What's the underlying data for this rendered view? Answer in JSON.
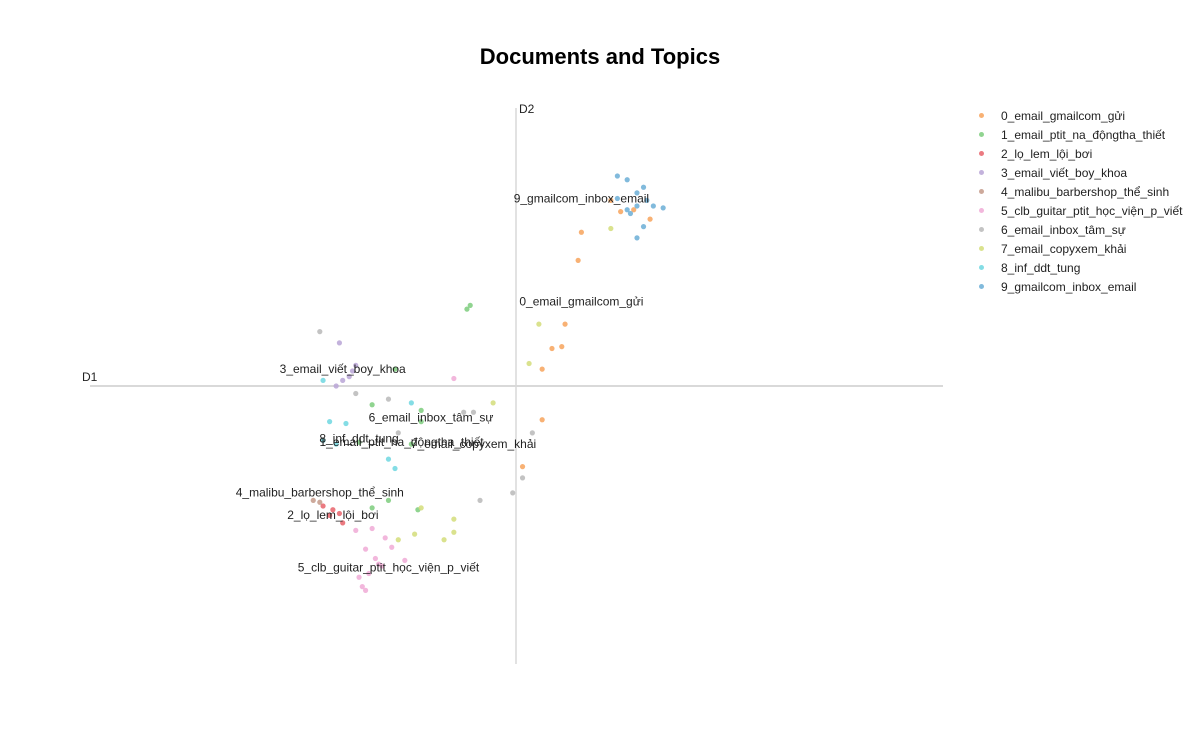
{
  "title": "Documents and Topics",
  "chart_data": {
    "type": "scatter",
    "title": "Documents and Topics",
    "xlabel": "D1",
    "ylabel": "D2",
    "xlim": [
      -13,
      13
    ],
    "ylim": [
      -8,
      8
    ],
    "legend_position": "right",
    "series": [
      {
        "name": "0_email_gmailcom_gửi",
        "color": "#f7a35c",
        "points": [
          [
            3.6,
            9.4
          ],
          [
            3.2,
            9.3
          ],
          [
            2.9,
            9.9
          ],
          [
            4.1,
            8.9
          ],
          [
            2.0,
            8.2
          ],
          [
            1.9,
            6.7
          ],
          [
            1.5,
            3.3
          ],
          [
            1.4,
            2.1
          ],
          [
            1.1,
            2.0
          ],
          [
            0.8,
            0.9
          ],
          [
            0.8,
            -1.8
          ],
          [
            0.2,
            -4.3
          ]
        ]
      },
      {
        "name": "1_email_ptit_na_độngtha_thiết",
        "color": "#7ccd7c",
        "points": [
          [
            -1.5,
            4.1
          ],
          [
            -1.4,
            4.3
          ],
          [
            -3.7,
            0.9
          ],
          [
            -4.4,
            -1.0
          ],
          [
            -2.9,
            -1.3
          ],
          [
            -2.9,
            -1.9
          ],
          [
            -3.2,
            -3.1
          ],
          [
            -4.8,
            -3.0
          ],
          [
            -3.9,
            -6.1
          ],
          [
            -4.4,
            -6.5
          ],
          [
            -3.0,
            -6.6
          ]
        ]
      },
      {
        "name": "2_lọ_lem_lội_bơi",
        "color": "#e8636b",
        "points": [
          [
            -5.6,
            -6.6
          ],
          [
            -5.3,
            -7.3
          ],
          [
            -5.4,
            -6.8
          ],
          [
            -5.9,
            -6.4
          ],
          [
            -5.7,
            -6.9
          ]
        ]
      },
      {
        "name": "3_email_viết_boy_khoa",
        "color": "#b9a4d6",
        "points": [
          [
            -5.4,
            2.3
          ],
          [
            -5.0,
            0.8
          ],
          [
            -4.9,
            1.1
          ],
          [
            -5.3,
            0.3
          ],
          [
            -5.1,
            0.5
          ],
          [
            -5.5,
            0.0
          ]
        ]
      },
      {
        "name": "4_malibu_barbershop_thể_sinh",
        "color": "#c49a8a",
        "points": [
          [
            -6.0,
            -6.2
          ],
          [
            -6.2,
            -6.1
          ]
        ]
      },
      {
        "name": "5_clb_guitar_ptit_học_viện_p_viết",
        "color": "#f0aad6",
        "points": [
          [
            -1.9,
            0.4
          ],
          [
            -4.9,
            -7.7
          ],
          [
            -4.4,
            -7.6
          ],
          [
            -4.0,
            -8.1
          ],
          [
            -4.6,
            -8.7
          ],
          [
            -3.8,
            -8.6
          ],
          [
            -4.3,
            -9.2
          ],
          [
            -4.2,
            -9.5
          ],
          [
            -3.4,
            -9.3
          ],
          [
            -4.1,
            -9.6
          ],
          [
            -4.8,
            -10.2
          ],
          [
            -4.5,
            -10.0
          ],
          [
            -4.7,
            -10.7
          ],
          [
            -4.6,
            -10.9
          ]
        ]
      },
      {
        "name": "6_email_inbox_tâm_sự",
        "color": "#b8b8b8",
        "points": [
          [
            -6.0,
            2.9
          ],
          [
            -4.9,
            -0.4
          ],
          [
            -3.9,
            -0.7
          ],
          [
            -1.6,
            -1.4
          ],
          [
            -1.3,
            -1.4
          ],
          [
            -3.6,
            -2.5
          ],
          [
            0.5,
            -2.5
          ],
          [
            0.2,
            -4.9
          ],
          [
            -0.1,
            -5.7
          ],
          [
            -1.1,
            -6.1
          ]
        ]
      },
      {
        "name": "7_email_copyxem_khải",
        "color": "#d4dd7a",
        "points": [
          [
            2.9,
            8.4
          ],
          [
            0.7,
            3.3
          ],
          [
            0.4,
            1.2
          ],
          [
            -0.7,
            -0.9
          ],
          [
            -2.9,
            -6.5
          ],
          [
            -1.9,
            -7.1
          ],
          [
            -1.9,
            -7.8
          ],
          [
            -3.6,
            -8.2
          ],
          [
            -3.1,
            -7.9
          ],
          [
            -2.2,
            -8.2
          ]
        ]
      },
      {
        "name": "8_inf_ddt_tung",
        "color": "#6ed7e0",
        "points": [
          [
            -5.9,
            0.3
          ],
          [
            -3.2,
            -0.9
          ],
          [
            -5.7,
            -1.9
          ],
          [
            -5.2,
            -2.0
          ],
          [
            -5.9,
            -2.9
          ],
          [
            -3.9,
            -3.9
          ],
          [
            -3.7,
            -4.4
          ],
          [
            -5.5,
            -3.1
          ]
        ]
      },
      {
        "name": "9_gmailcom_inbox_email",
        "color": "#6baed6",
        "points": [
          [
            3.1,
            11.2
          ],
          [
            3.4,
            11.0
          ],
          [
            3.9,
            10.6
          ],
          [
            3.7,
            10.3
          ],
          [
            3.1,
            10.0
          ],
          [
            4.0,
            9.9
          ],
          [
            3.7,
            9.6
          ],
          [
            4.2,
            9.6
          ],
          [
            4.5,
            9.5
          ],
          [
            3.5,
            9.2
          ],
          [
            3.4,
            9.4
          ],
          [
            3.9,
            8.5
          ],
          [
            3.7,
            7.9
          ]
        ]
      }
    ],
    "annotations": [
      {
        "text": "9_gmailcom_inbox_email",
        "x": 2.0,
        "y": 9.8
      },
      {
        "text": "0_email_gmailcom_gửi",
        "x": 2.0,
        "y": 4.3
      },
      {
        "text": "3_email_viết_boy_khoa",
        "x": -5.3,
        "y": 0.7
      },
      {
        "text": "6_email_inbox_tâm_sự",
        "x": -2.6,
        "y": -1.9
      },
      {
        "text": "8_inf_ddt_tung",
        "x": -4.8,
        "y": -3.0
      },
      {
        "text": "1_email_ptit_na_độngtha_thiết",
        "x": -3.5,
        "y": -3.2
      },
      {
        "text": "7_email_copyxem_khải",
        "x": -1.3,
        "y": -3.3
      },
      {
        "text": "4_malibu_barbershop_thể_sinh",
        "x": -6.0,
        "y": -5.9
      },
      {
        "text": "2_lọ_lem_lội_bơi",
        "x": -5.6,
        "y": -7.1
      },
      {
        "text": "5_clb_guitar_ptit_học_viện_p_viết",
        "x": -3.9,
        "y": -9.9
      }
    ]
  }
}
